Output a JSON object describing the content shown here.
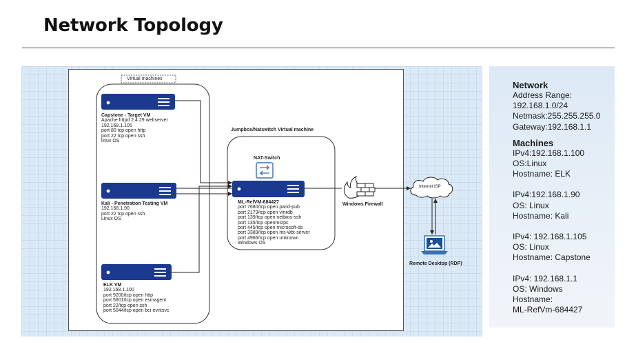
{
  "page": {
    "title": "Network Topology"
  },
  "diagram": {
    "group_virtual_machines": "Virtual machines",
    "group_jumpbox": "Jumpbox/Natswitch Virtual machine",
    "nat_switch": "NAT-Switch",
    "windows_firewall": "Windows Firewall",
    "internet_isp": "Internet ISP",
    "remote_desktop": "Remote Desktop (RDP)",
    "capstone": {
      "title": "Capstone - Target VM",
      "lines": [
        "Apache httpd 2.4.29 webserver",
        "192.168.1.105",
        "port 80 tcp open http",
        "port 22 tcp open ssh",
        "linux OS"
      ]
    },
    "kali": {
      "title": "Kali - Penetration Testing VM",
      "lines": [
        "192.168.1.90",
        "port 22 tcp  open ssh",
        "Linux OS"
      ]
    },
    "elk": {
      "title": "ELK  VM",
      "lines": [
        "192.168.1.100",
        "port 9200/tcp open http",
        "port 5601/tcp open esmagent",
        "port 22/tcp open ssh",
        "port 5044/tcp open bci-evntsvc"
      ]
    },
    "jumpbox": {
      "title": "ML-RefVM-684427",
      "lines": [
        "port 7680/tcp open pand-pub",
        "port 2179/tcp open vmrdb",
        "port 139/tcp open netbios-ssh",
        "port 135/tcp openmsrpc",
        "port 445/tcp open microsoft-ds",
        "port 3389/tcp open ms-wbt-server",
        "port 4966/tcp open unknown",
        "Windows OS"
      ]
    }
  },
  "info": {
    "network": {
      "heading": "Network",
      "lines": [
        "Address Range:",
        "192.168.1.0/24",
        "Netmask:255.255.255.0",
        "Gateway:192.168.1.1"
      ]
    },
    "machines": {
      "heading": "Machines",
      "entries": [
        [
          "IPv4:192.168.1.100",
          "OS:Linux",
          "Hostname: ELK"
        ],
        [
          "IPv4:192.168.1.90",
          "OS: Linux",
          "Hostname: Kali"
        ],
        [
          "IPv4: 192.168.1.105",
          "OS: Linux",
          "Hostname: Capstone"
        ],
        [
          "IPv4: 192.168.1.1",
          "OS: Windows",
          "Hostname:",
          "ML-RefVm-684427"
        ]
      ]
    }
  },
  "colors": {
    "server_blue": "#1b3a8f",
    "panel_bg": "#dbe9f6",
    "grid": "#c9dcee"
  }
}
